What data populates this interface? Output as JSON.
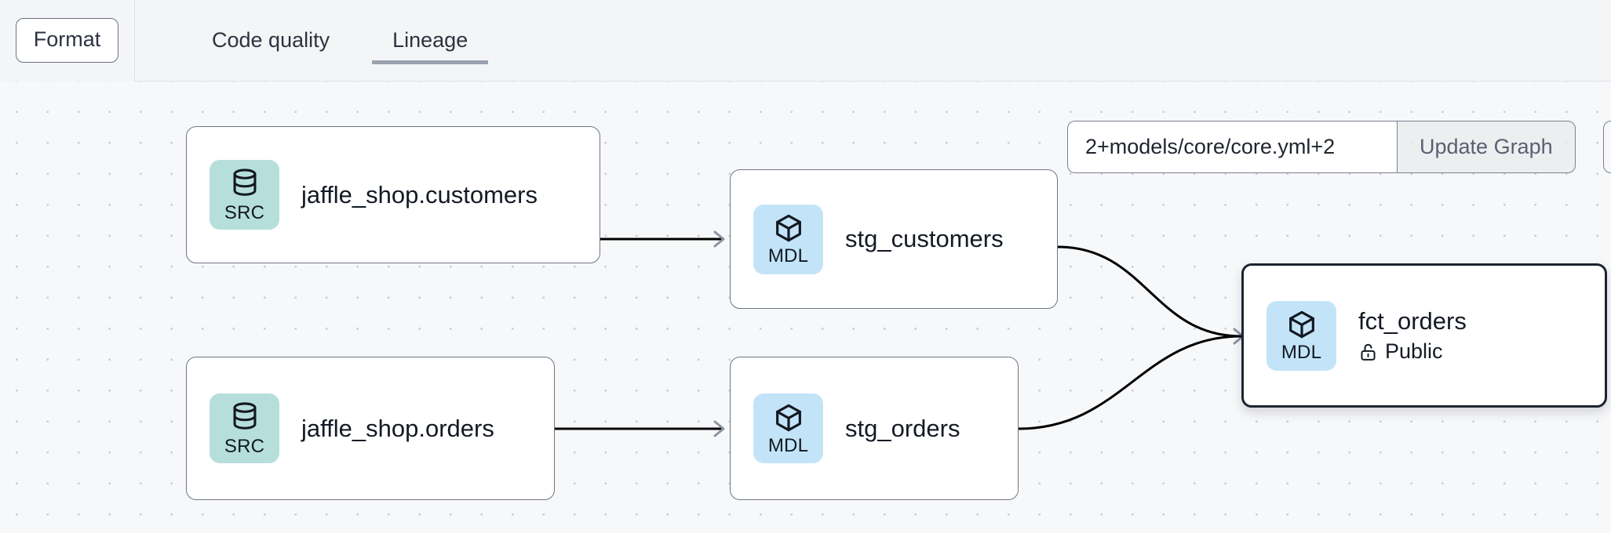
{
  "toolbar": {
    "format_label": "Format",
    "tabs": [
      {
        "label": "Code quality",
        "active": false
      },
      {
        "label": "Lineage",
        "active": true
      }
    ]
  },
  "graph_controls": {
    "selector_value": "2+models/core/core.yml+2",
    "selector_placeholder": "2+models/core/core.yml+2",
    "update_label": "Update Graph"
  },
  "lineage": {
    "nodes": [
      {
        "id": "src_customers",
        "badge": "SRC",
        "badge_icon": "database-icon",
        "title": "jaffle_shop.customers",
        "subtitle": null,
        "selected": false
      },
      {
        "id": "src_orders",
        "badge": "SRC",
        "badge_icon": "database-icon",
        "title": "jaffle_shop.orders",
        "subtitle": null,
        "selected": false
      },
      {
        "id": "stg_customers",
        "badge": "MDL",
        "badge_icon": "cube-icon",
        "title": "stg_customers",
        "subtitle": null,
        "selected": false
      },
      {
        "id": "stg_orders",
        "badge": "MDL",
        "badge_icon": "cube-icon",
        "title": "stg_orders",
        "subtitle": null,
        "selected": false
      },
      {
        "id": "fct_orders",
        "badge": "MDL",
        "badge_icon": "cube-icon",
        "title": "fct_orders",
        "subtitle": "Public",
        "subtitle_icon": "lock-open-icon",
        "selected": true
      }
    ],
    "edges": [
      {
        "from": "src_customers",
        "to": "stg_customers"
      },
      {
        "from": "src_orders",
        "to": "stg_orders"
      },
      {
        "from": "stg_customers",
        "to": "fct_orders"
      },
      {
        "from": "stg_orders",
        "to": "fct_orders"
      }
    ]
  },
  "colors": {
    "canvas_bg": "#f7f8fa",
    "topbar_bg": "#f4f5f7",
    "src_badge": "#b6dfdb",
    "mdl_badge": "#c3e4f8",
    "node_border": "#6f7683",
    "selected_border": "#1e2430",
    "tab_underline": "#9aa2af",
    "edge_stroke": "#000000"
  }
}
